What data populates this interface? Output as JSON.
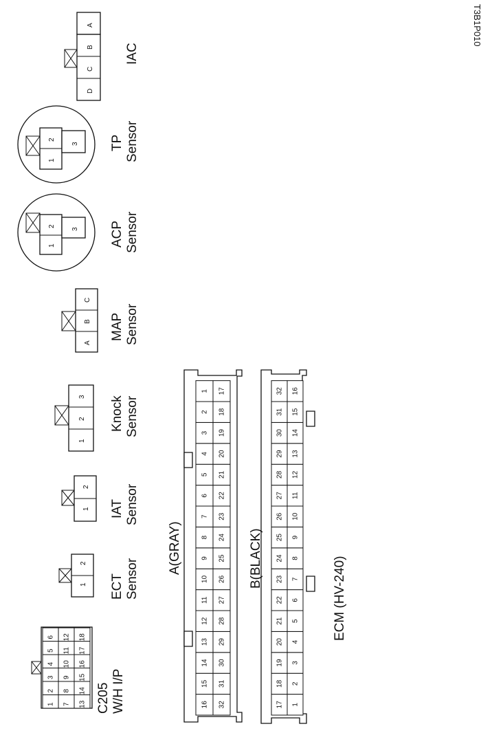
{
  "image_code": "T3B1P010",
  "connectors": {
    "c205": {
      "label_1": "C205",
      "label_2": "W/H I/P",
      "pins_row1": [
        "1",
        "2",
        "3",
        "4",
        "5",
        "6"
      ],
      "pins_row2": [
        "7",
        "8",
        "9",
        "10",
        "11",
        "12"
      ],
      "pins_row3": [
        "13",
        "14",
        "15",
        "16",
        "17",
        "18"
      ]
    },
    "ect": {
      "label_1": "ECT",
      "label_2": "Sensor",
      "pins": [
        "1",
        "2"
      ]
    },
    "iat": {
      "label_1": "IAT",
      "label_2": "Sensor",
      "pins": [
        "1",
        "2"
      ]
    },
    "knock": {
      "label_1": "Knock",
      "label_2": "Sensor",
      "pins": [
        "1",
        "2",
        "3"
      ]
    },
    "map": {
      "label_1": "MAP",
      "label_2": "Sensor",
      "pins": [
        "A",
        "B",
        "C"
      ]
    },
    "acp": {
      "label_1": "ACP",
      "label_2": "Sensor",
      "pins": [
        "1",
        "2",
        "3"
      ]
    },
    "tp": {
      "label_1": "TP",
      "label_2": "Sensor",
      "pins": [
        "1",
        "2",
        "3"
      ]
    },
    "iac": {
      "label_1": "IAC",
      "pins": [
        "D",
        "C",
        "B",
        "A"
      ]
    }
  },
  "ecm": {
    "label": "ECM (HV-240)",
    "a_label": "A(GRAY)",
    "b_label": "B(BLACK)",
    "a_top": [
      "16",
      "15",
      "14",
      "13",
      "12",
      "11",
      "10",
      "9",
      "8",
      "7",
      "6",
      "5",
      "4",
      "3",
      "2",
      "1"
    ],
    "a_bottom": [
      "32",
      "31",
      "30",
      "29",
      "28",
      "27",
      "26",
      "25",
      "24",
      "23",
      "22",
      "21",
      "20",
      "19",
      "18",
      "17"
    ],
    "b_top": [
      "17",
      "18",
      "19",
      "20",
      "21",
      "22",
      "23",
      "24",
      "25",
      "26",
      "27",
      "28",
      "29",
      "30",
      "31",
      "32"
    ],
    "b_bottom": [
      "1",
      "2",
      "3",
      "4",
      "5",
      "6",
      "7",
      "8",
      "9",
      "10",
      "11",
      "12",
      "13",
      "14",
      "15",
      "16"
    ]
  }
}
